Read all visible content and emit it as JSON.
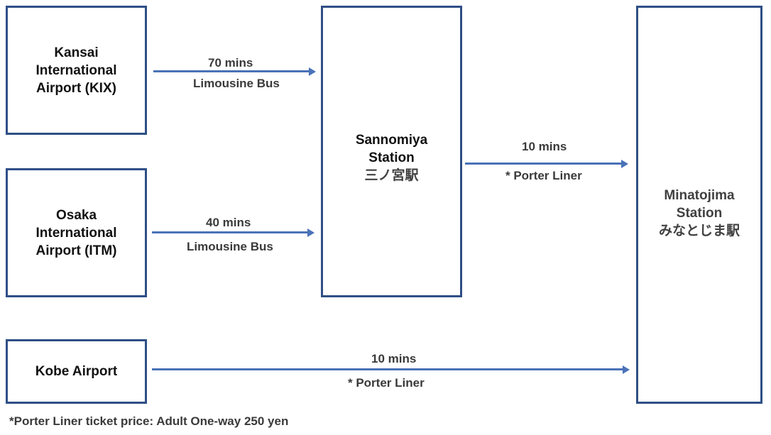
{
  "nodes": {
    "kix": {
      "lines": [
        "Kansai",
        "International",
        "Airport (KIX)"
      ]
    },
    "itm": {
      "lines": [
        "Osaka",
        "International",
        "Airport (ITM)"
      ]
    },
    "kobe": {
      "lines": [
        "Kobe Airport"
      ]
    },
    "sannomiya": {
      "lines": [
        "Sannomiya",
        "Station",
        "三ノ宮駅"
      ]
    },
    "minatojima": {
      "lines": [
        "Minatojima",
        "Station",
        "みなとじま駅"
      ]
    }
  },
  "edges": {
    "kix_sannomiya": {
      "time": "70 mins",
      "mode": "Limousine Bus"
    },
    "itm_sannomiya": {
      "time": "40 mins",
      "mode": "Limousine Bus"
    },
    "sannomiya_minatojima": {
      "time": "10 mins",
      "mode": "* Porter Liner"
    },
    "kobe_minatojima": {
      "time": "10 mins",
      "mode": "* Porter Liner"
    }
  },
  "footnote": "*Porter Liner ticket price:  Adult One-way 250 yen",
  "colors": {
    "box_border": "#2f4f85",
    "arrow": "#4a72b8"
  }
}
